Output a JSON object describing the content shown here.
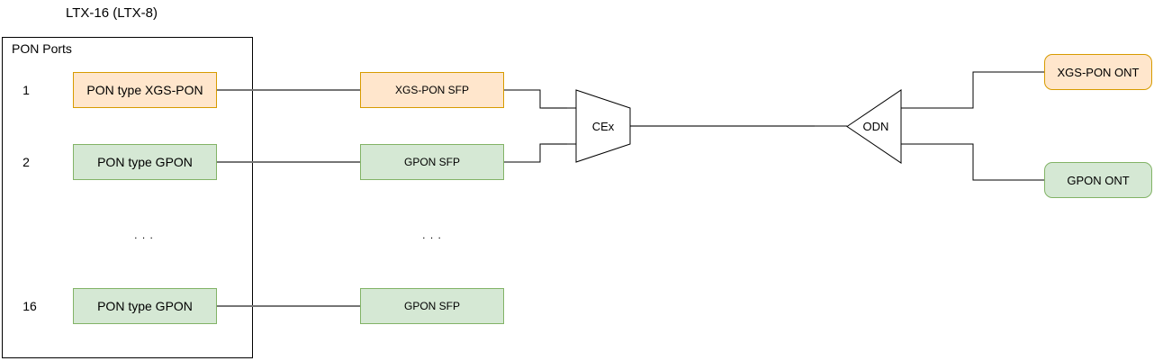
{
  "title": "LTX-16 (LTX-8)",
  "panel": {
    "label": "PON Ports"
  },
  "ports": [
    {
      "num": "1",
      "label": "PON type XGS-PON",
      "type": "xgs-pon"
    },
    {
      "num": "2",
      "label": "PON type GPON",
      "type": "gpon"
    },
    {
      "num": "16",
      "label": "PON type GPON",
      "type": "gpon"
    }
  ],
  "ellipsis": ". . .",
  "sfps": [
    {
      "label": "XGS-PON SFP",
      "type": "xgs-pon"
    },
    {
      "label": "GPON SFP",
      "type": "gpon"
    },
    {
      "label": "GPON SFP",
      "type": "gpon"
    }
  ],
  "combiner": {
    "label": "CEx"
  },
  "splitter": {
    "label": "ODN"
  },
  "onts": [
    {
      "label": "XGS-PON ONT",
      "type": "xgs-pon"
    },
    {
      "label": "GPON ONT",
      "type": "gpon"
    }
  ],
  "colors": {
    "xgspon_fill": "#FFE6CC",
    "xgspon_border": "#D79B00",
    "gpon_fill": "#D5E8D4",
    "gpon_border": "#82B366",
    "connector_gray": "#757575",
    "connector_black": "#000000"
  }
}
